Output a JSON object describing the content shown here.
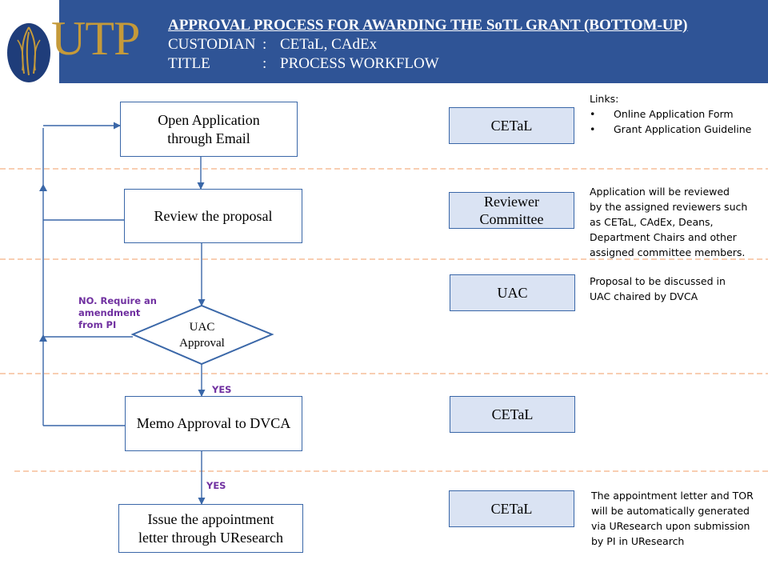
{
  "header": {
    "logo_text": "UTP",
    "title": "APPROVAL PROCESS  FOR  AWARDING THE SoTL GRANT (BOTTOM-UP)",
    "custodian_key": "CUSTODIAN",
    "custodian_value": "CETaL, CAdEx",
    "title_key": "TITLE",
    "title_value": "PROCESS WORKFLOW",
    "separator": ":"
  },
  "flow": {
    "step1": {
      "line1": "Open Application",
      "line2": "through Email"
    },
    "step2": {
      "label": "Review the proposal"
    },
    "decision": {
      "line1": "UAC",
      "line2": "Approval"
    },
    "no_label": {
      "line1": "NO. Require an",
      "line2": "amendment",
      "line3": "from PI"
    },
    "yes_label_1": "YES",
    "step3": {
      "label": "Memo Approval to DVCA"
    },
    "yes_label_2": "YES",
    "step4": {
      "line1": "Issue the appointment",
      "line2": "letter through UResearch"
    }
  },
  "roles": {
    "r1": "CETaL",
    "r2": {
      "line1": "Reviewer",
      "line2": "Committee"
    },
    "r3": "UAC",
    "r4": "CETaL",
    "r5": "CETaL"
  },
  "notes": {
    "links": {
      "heading": "Links:",
      "items": [
        "Online Application Form",
        "Grant Application Guideline"
      ]
    },
    "review": [
      "Application will be reviewed",
      "by the assigned reviewers such",
      "as CETaL, CAdEx, Deans,",
      "Department  Chairs and other",
      "assigned committee members."
    ],
    "uac": [
      "Proposal to be discussed in",
      "UAC chaired by DVCA"
    ],
    "appointment": [
      "The appointment  letter and TOR",
      "will be automatically generated",
      "via UResearch upon submission",
      "by PI in UResearch"
    ]
  },
  "colors": {
    "header_band": "#2f5496",
    "logo_gold": "#c59a3a",
    "box_border": "#3a67a8",
    "role_fill": "#dae3f3",
    "separator": "#f4b183",
    "label_purple": "#7030a0"
  },
  "icons": {
    "logo": "utp-emblem-icon"
  }
}
